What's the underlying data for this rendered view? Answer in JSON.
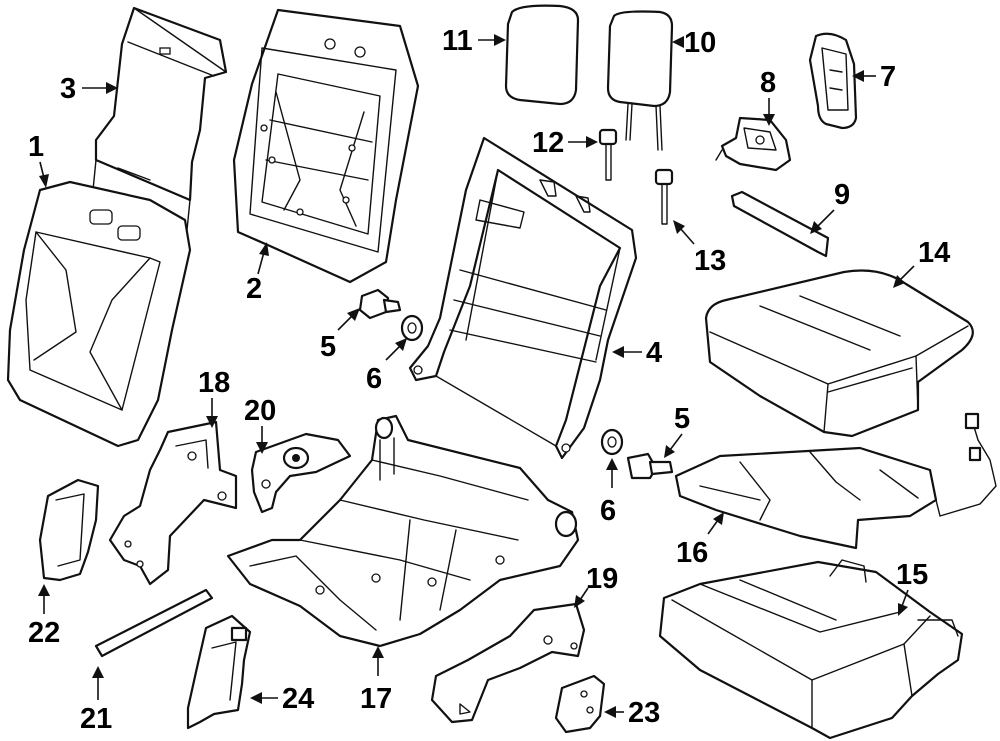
{
  "callouts": {
    "c1": "1",
    "c2": "2",
    "c3": "3",
    "c4": "4",
    "c5a": "5",
    "c5b": "5",
    "c6a": "6",
    "c6b": "6",
    "c7": "7",
    "c8": "8",
    "c9": "9",
    "c10": "10",
    "c11": "11",
    "c12": "12",
    "c13": "13",
    "c14": "14",
    "c15": "15",
    "c16": "16",
    "c17": "17",
    "c18": "18",
    "c19": "19",
    "c20": "20",
    "c21": "21",
    "c22": "22",
    "c23": "23",
    "c24": "24"
  }
}
